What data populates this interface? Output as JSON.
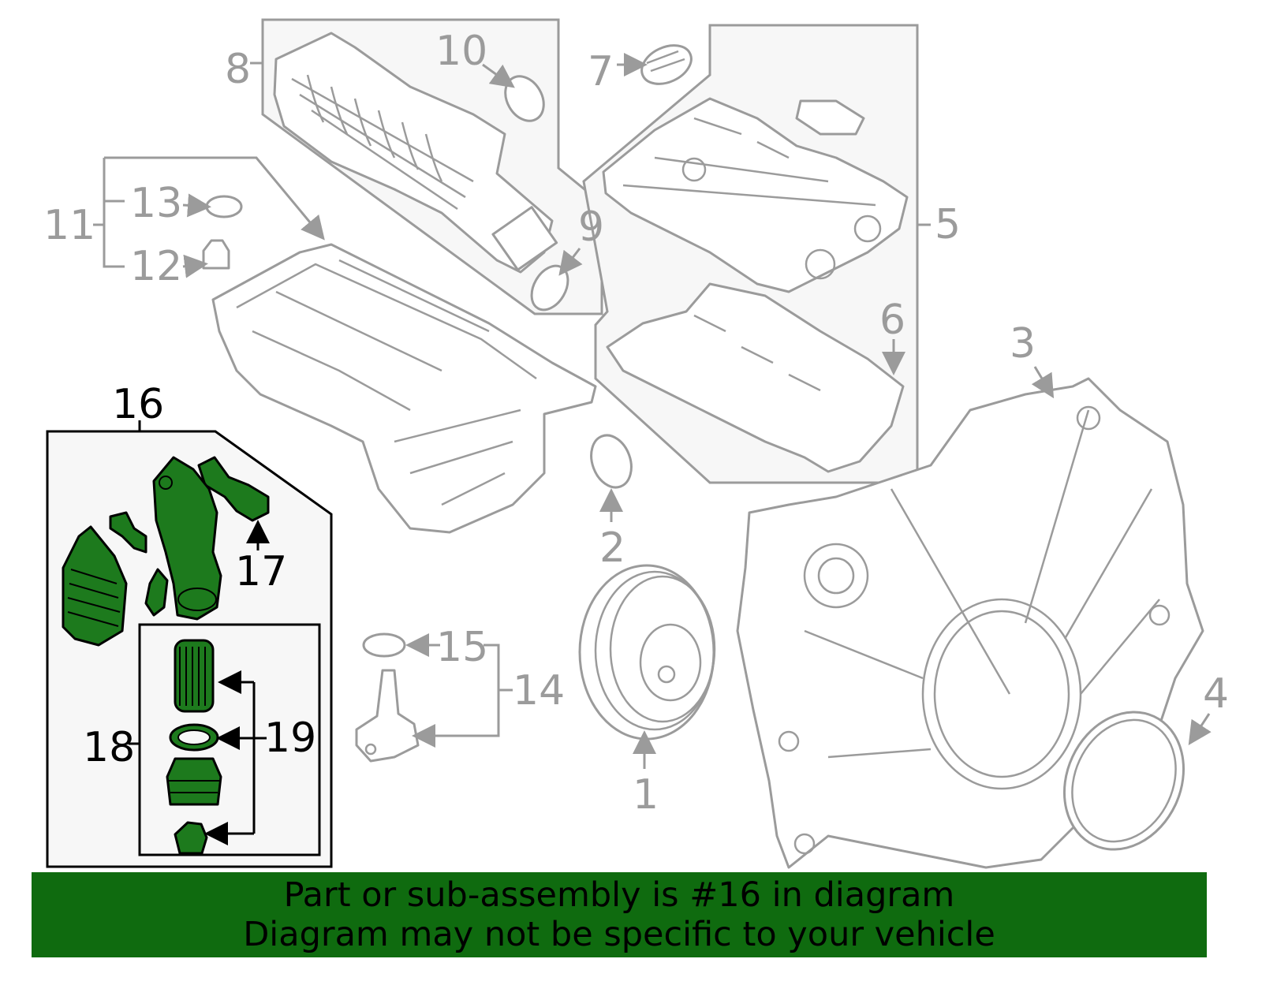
{
  "diagram": {
    "callouts": {
      "c1": "1",
      "c2": "2",
      "c3": "3",
      "c4": "4",
      "c5": "5",
      "c6": "6",
      "c7": "7",
      "c8": "8",
      "c9": "9",
      "c10": "10",
      "c11": "11",
      "c12": "12",
      "c13": "13",
      "c14": "14",
      "c15": "15",
      "c16": "16",
      "c17": "17",
      "c18": "18",
      "c19": "19"
    },
    "colors": {
      "highlight_part": "#1d7a1d",
      "banner": "#0f6b0f",
      "line_gray": "#9b9b9b",
      "panel": "#f7f7f7"
    }
  },
  "banner": {
    "line1": "Part or sub-assembly is #16 in diagram",
    "line2": "Diagram may not be specific to your vehicle"
  }
}
